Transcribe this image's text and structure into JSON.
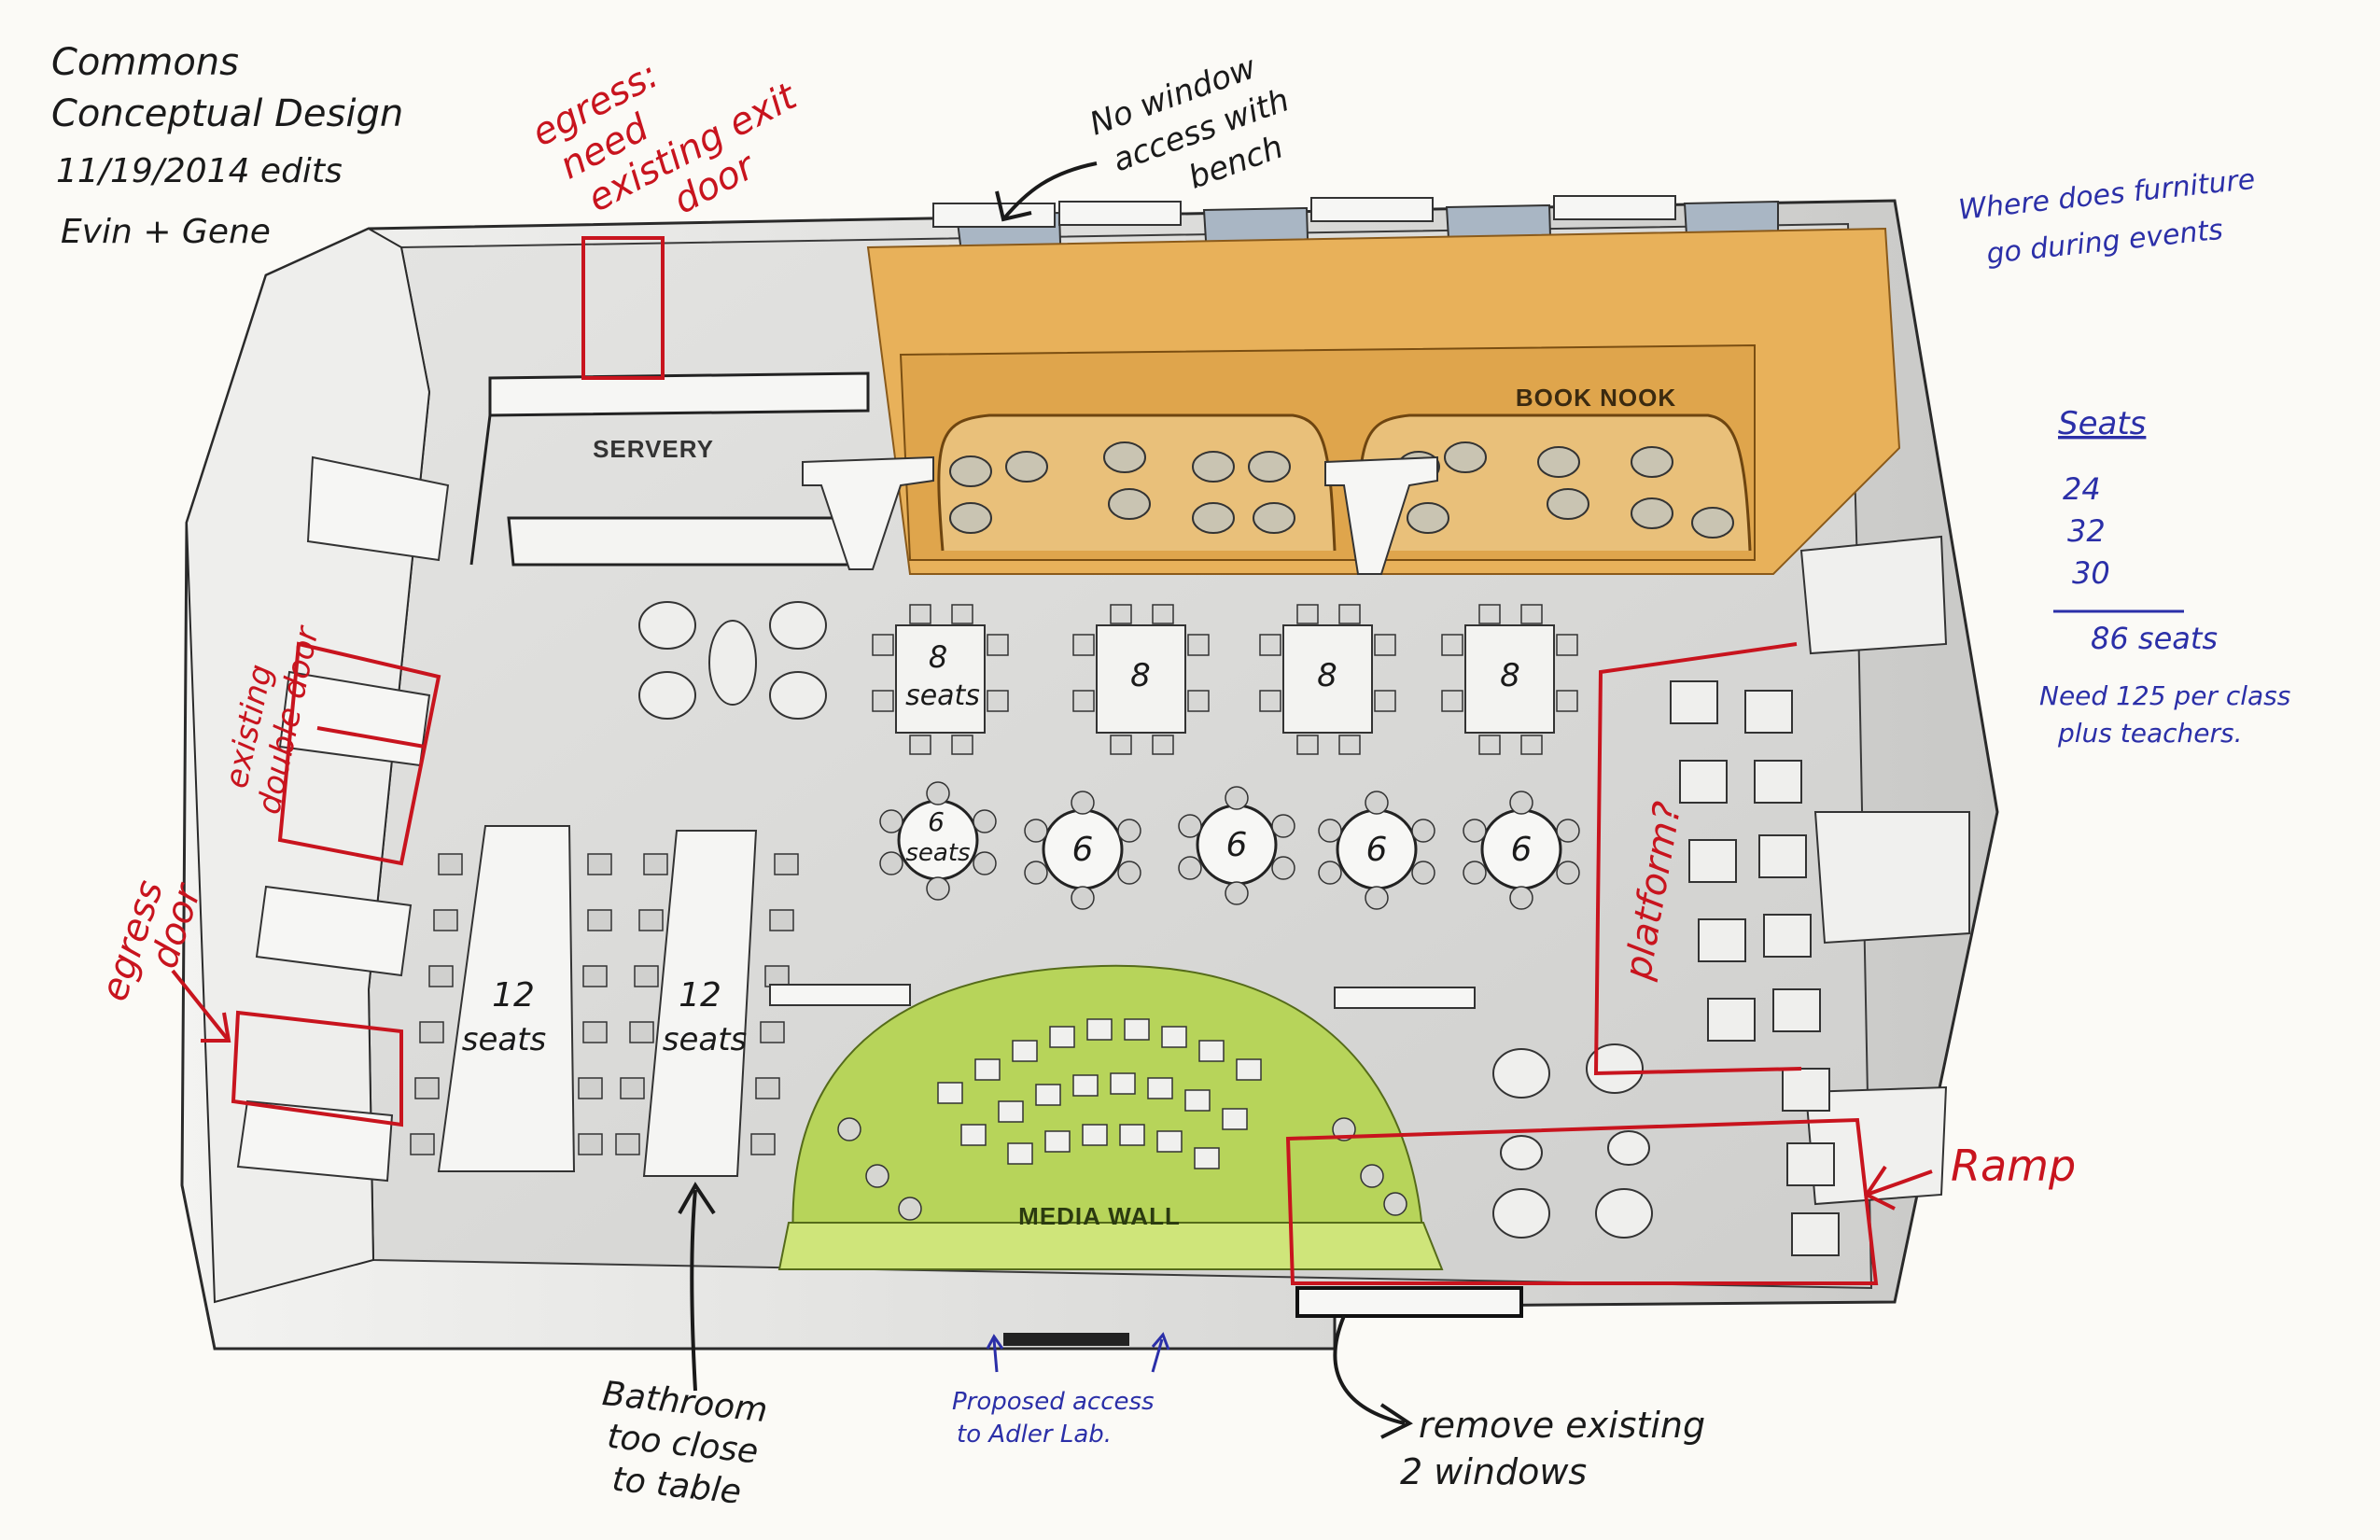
{
  "title_block": {
    "line1": "Commons",
    "line2": "Conceptual Design",
    "line3": "11/19/2014 edits",
    "line4": "Evin + Gene"
  },
  "rooms": {
    "servery": "SERVERY",
    "book_nook": "BOOK NOOK",
    "media_wall": "MEDIA WALL"
  },
  "table_labels": {
    "square_first_a": "8",
    "square_first_b": "seats",
    "square_2": "8",
    "square_3": "8",
    "square_4": "8",
    "round_first_a": "6",
    "round_first_b": "seats",
    "round_2": "6",
    "round_3": "6",
    "round_4": "6",
    "round_5": "6",
    "long_1_a": "12",
    "long_1_b": "seats",
    "long_2_a": "12",
    "long_2_b": "seats"
  },
  "annotations": {
    "egress_top_1": "egress:",
    "egress_top_2": "need",
    "egress_top_3": "existing exit",
    "egress_top_4": "door",
    "existing_double_door_1": "existing",
    "existing_double_door_2": "double door",
    "egress_door_1": "egress",
    "egress_door_2": "door",
    "no_window_1": "No window",
    "no_window_2": "access with",
    "no_window_3": "bench",
    "furniture_q_1": "Where does furniture",
    "furniture_q_2": "go during events",
    "platform": "platform?",
    "ramp": "Ramp",
    "bathroom_1": "Bathroom",
    "bathroom_2": "too close",
    "bathroom_3": "to table",
    "proposed_1": "Proposed access",
    "proposed_2": "to Adler Lab.",
    "remove_1": "remove existing",
    "remove_2": "2 windows"
  },
  "seat_tally": {
    "heading": "Seats",
    "values": [
      "24",
      "32",
      "30"
    ],
    "total": "86 seats",
    "need_1": "Need 125 per class",
    "need_2": "plus teachers."
  },
  "colors": {
    "red_ink": "#c8141e",
    "black_ink": "#1a1a1a",
    "blue_ink": "#2b2fa8",
    "book_nook_fill": "#e8b15a",
    "media_wall_fill": "#b7d45a",
    "floor_fill": "#d9d9d7"
  }
}
